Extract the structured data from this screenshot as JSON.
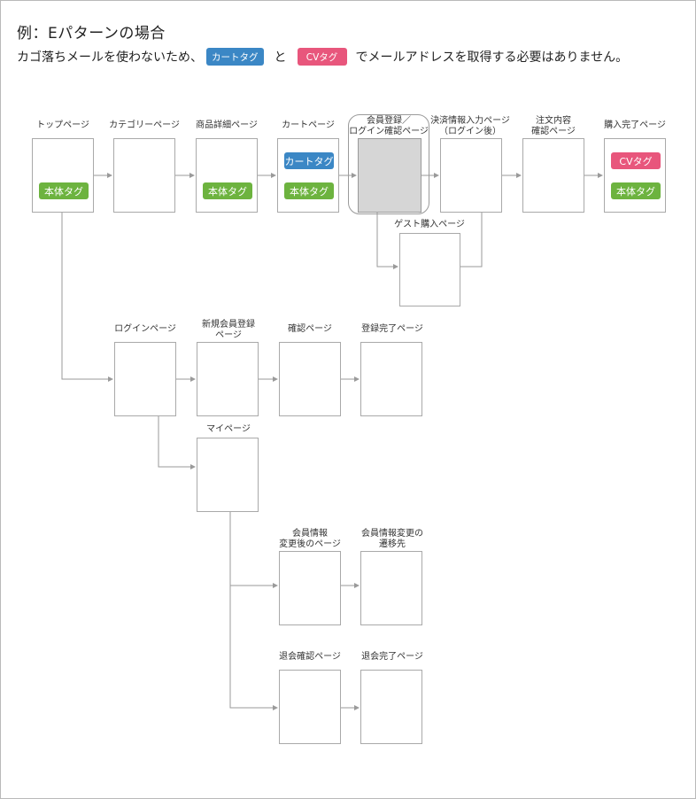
{
  "heading": "例：Eパターンの場合",
  "intro": {
    "part1": "カゴ落ちメールを使わないため、",
    "tag_cart": "カートタグ",
    "conj": "と",
    "tag_cv": "CVタグ",
    "part2": "でメールアドレスを取得する必要はありません。"
  },
  "colors": {
    "cart_tag": "#3b87c5",
    "main_tag": "#6db33f",
    "cv_tag": "#e8567c",
    "box_border": "#a9a9a9",
    "connector": "#9a9a9a",
    "gray_box": "#d6d6d6"
  },
  "pages": {
    "top": {
      "label": "トップページ",
      "tags": [
        "本体タグ"
      ]
    },
    "category": {
      "label": "カテゴリーページ"
    },
    "product": {
      "label": "商品詳細ページ",
      "tags": [
        "本体タグ"
      ]
    },
    "cart": {
      "label": "カートページ",
      "tags": [
        "カートタグ",
        "本体タグ"
      ]
    },
    "member_login": {
      "label_lines": [
        "会員登録／",
        "ログイン確認ページ"
      ]
    },
    "payment": {
      "label_lines": [
        "決済情報入力ページ",
        "（ログイン後）"
      ]
    },
    "order_confirm": {
      "label_lines": [
        "注文内容",
        "確認ページ"
      ]
    },
    "purchase_done": {
      "label": "購入完了ページ",
      "tags": [
        "CVタグ",
        "本体タグ"
      ]
    },
    "guest": {
      "label": "ゲスト購入ページ"
    },
    "login": {
      "label": "ログインページ"
    },
    "new_member": {
      "label_lines": [
        "新規会員登録",
        "ページ"
      ]
    },
    "confirm": {
      "label": "確認ページ"
    },
    "register_done": {
      "label": "登録完了ページ"
    },
    "mypage": {
      "label": "マイページ"
    },
    "member_changed": {
      "label_lines": [
        "会員情報",
        "変更後のページ"
      ]
    },
    "member_change_dest": {
      "label_lines": [
        "会員情報変更の",
        "遷移先"
      ]
    },
    "withdraw_confirm": {
      "label": "退会確認ページ"
    },
    "withdraw_done": {
      "label": "退会完了ページ"
    }
  }
}
